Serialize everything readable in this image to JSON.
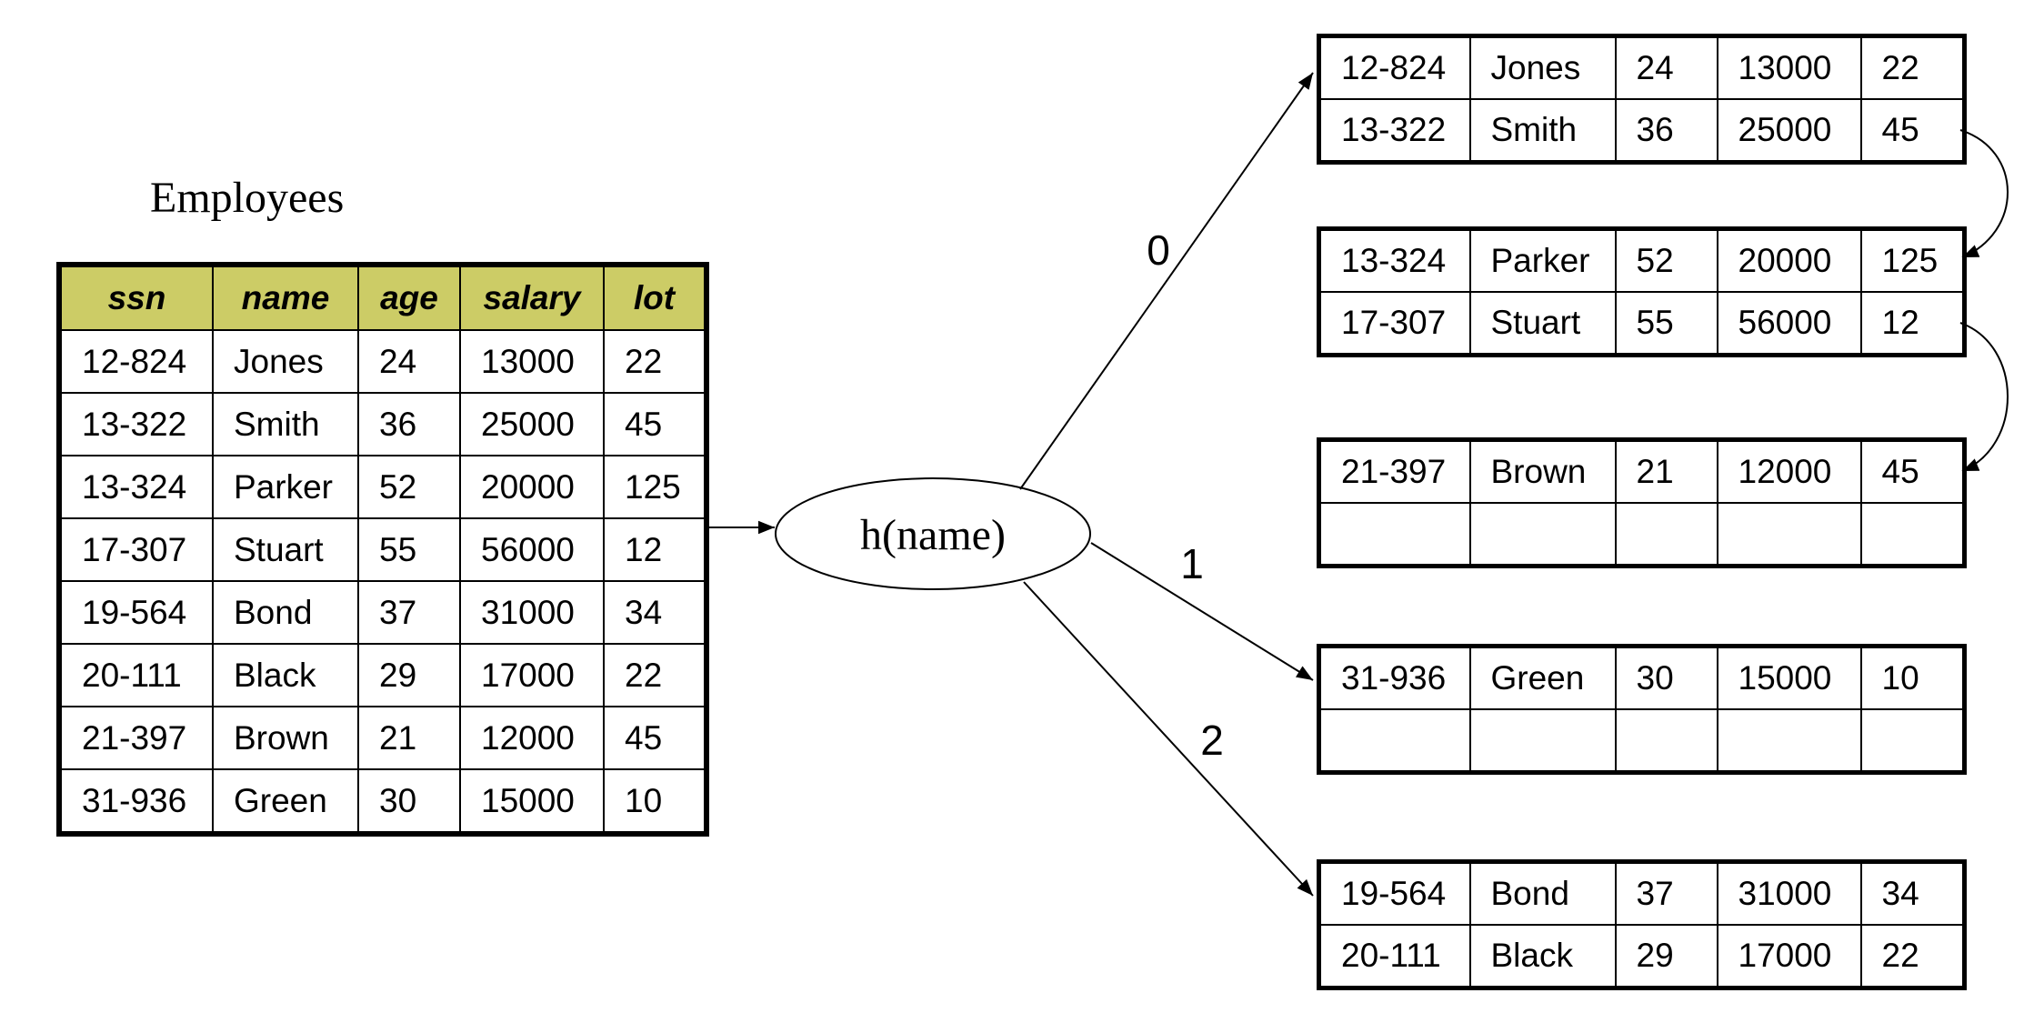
{
  "title": "Employees",
  "columns": [
    "ssn",
    "name",
    "age",
    "salary",
    "lot"
  ],
  "rows": [
    [
      "12-824",
      "Jones",
      "24",
      "13000",
      "22"
    ],
    [
      "13-322",
      "Smith",
      "36",
      "25000",
      "45"
    ],
    [
      "13-324",
      "Parker",
      "52",
      "20000",
      "125"
    ],
    [
      "17-307",
      "Stuart",
      "55",
      "56000",
      "12"
    ],
    [
      "19-564",
      "Bond",
      "37",
      "31000",
      "34"
    ],
    [
      "20-111",
      "Black",
      "29",
      "17000",
      "22"
    ],
    [
      "21-397",
      "Brown",
      "21",
      "12000",
      "45"
    ],
    [
      "31-936",
      "Green",
      "30",
      "15000",
      "10"
    ]
  ],
  "hash_function": "h(name)",
  "edge_labels": [
    "0",
    "1",
    "2"
  ],
  "buckets": [
    [
      [
        "12-824",
        "Jones",
        "24",
        "13000",
        "22"
      ],
      [
        "13-322",
        "Smith",
        "36",
        "25000",
        "45"
      ]
    ],
    [
      [
        "13-324",
        "Parker",
        "52",
        "20000",
        "125"
      ],
      [
        "17-307",
        "Stuart",
        "55",
        "56000",
        "12"
      ]
    ],
    [
      [
        "21-397",
        "Brown",
        "21",
        "12000",
        "45"
      ],
      [
        "",
        "",
        "",
        "",
        ""
      ]
    ],
    [
      [
        "31-936",
        "Green",
        "30",
        "15000",
        "10"
      ],
      [
        "",
        "",
        "",
        "",
        ""
      ]
    ],
    [
      [
        "19-564",
        "Bond",
        "37",
        "31000",
        "34"
      ],
      [
        "20-111",
        "Black",
        "29",
        "17000",
        "22"
      ]
    ]
  ],
  "colors": {
    "header_bg": "#cccc66",
    "line": "#000000"
  }
}
